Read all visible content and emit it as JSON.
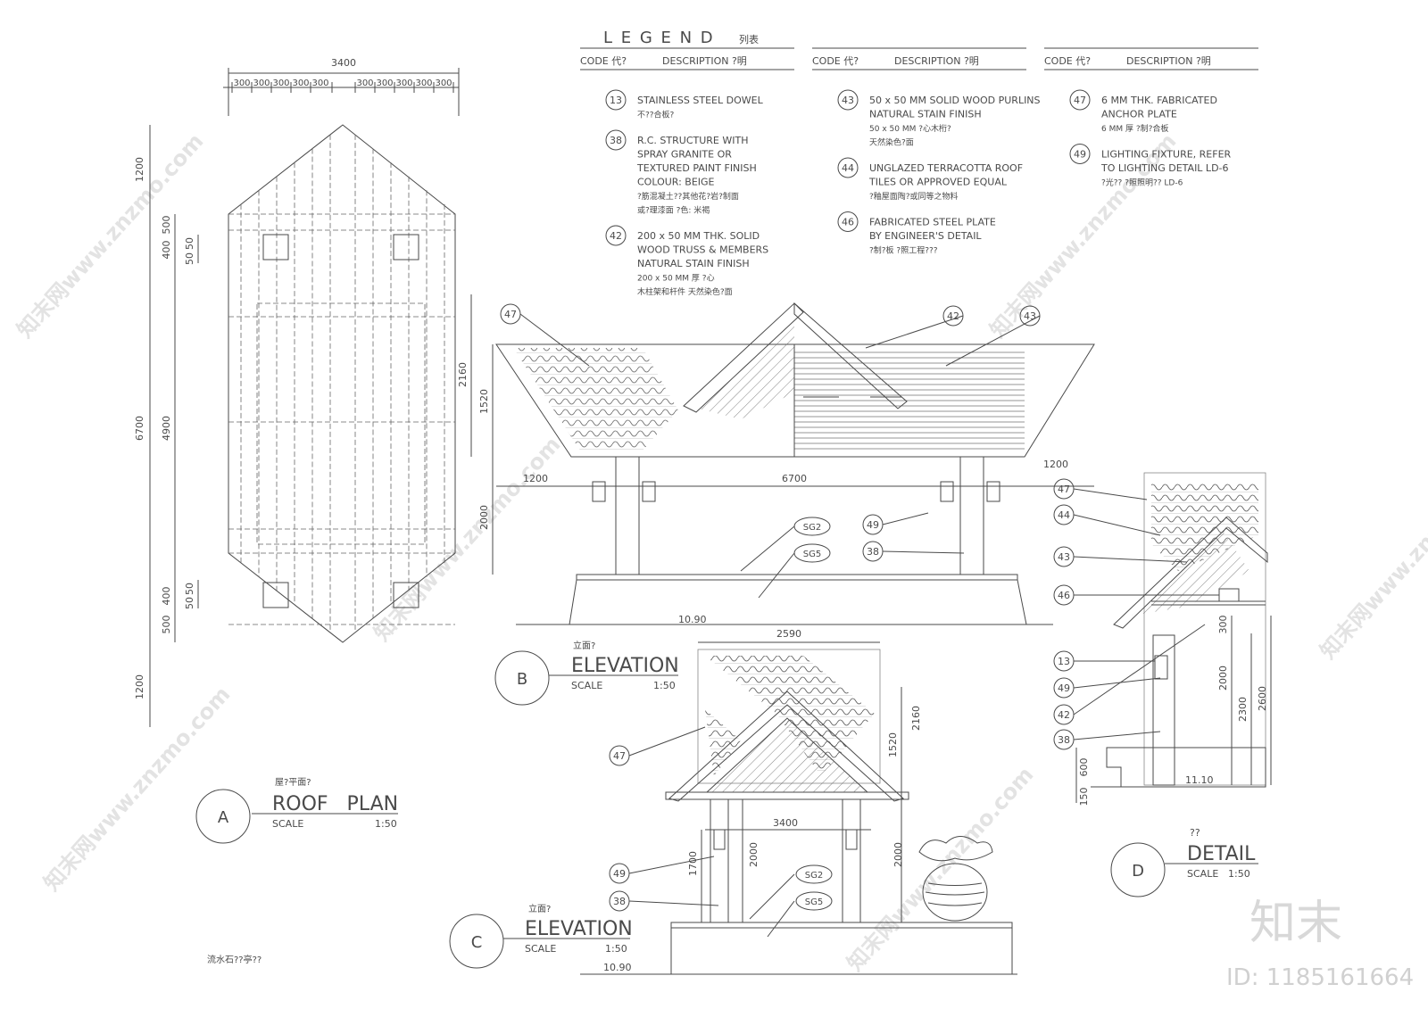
{
  "legend": {
    "title": "L E G E N D",
    "title_cn": "列表",
    "header_code": "CODE 代?",
    "header_desc": "DESCRIPTION ?明",
    "columns": [
      [
        {
          "code": "13",
          "lines": [
            "STAINLESS STEEL DOWEL",
            "不??合板?"
          ]
        },
        {
          "code": "38",
          "lines": [
            "R.C. STRUCTURE WITH",
            "SPRAY GRANITE OR",
            "TEXTURED PAINT FINISH",
            "COLOUR: BEIGE",
            "?筋混凝土??其他花?岩?制面",
            "或?理漆面 ?色: 米褐"
          ]
        },
        {
          "code": "42",
          "lines": [
            "200 x 50 MM THK. SOLID",
            "WOOD TRUSS & MEMBERS",
            "NATURAL STAIN FINISH",
            "200 x 50 MM 厚 ?心",
            "木柱架和杆件 天然染色?面"
          ]
        }
      ],
      [
        {
          "code": "43",
          "lines": [
            "50 x 50 MM SOLID WOOD PURLINS",
            "NATURAL STAIN FINISH",
            "50 x 50 MM ?心木桁?",
            "天然染色?面"
          ]
        },
        {
          "code": "44",
          "lines": [
            "UNGLAZED TERRACOTTA ROOF",
            "TILES OR APPROVED EQUAL",
            "?釉屋面陶?或同等之物料"
          ]
        },
        {
          "code": "46",
          "lines": [
            "FABRICATED STEEL PLATE",
            "BY ENGINEER'S DETAIL",
            "?制?板 ?照工程???"
          ]
        }
      ],
      [
        {
          "code": "47",
          "lines": [
            "6 MM THK. FABRICATED",
            "ANCHOR PLATE",
            "6 MM 厚 ?制?合板"
          ]
        },
        {
          "code": "49",
          "lines": [
            "LIGHTING FIXTURE, REFER",
            "TO LIGHTING DETAIL LD-6",
            "?光?? ?照照明?? LD-6"
          ]
        }
      ]
    ]
  },
  "plan_a": {
    "letter": "A",
    "title_cn": "屋?平面?",
    "title": "ROOF   PLAN",
    "scale_label": "SCALE",
    "scale_value": "1:50",
    "dim_top_total": "3400",
    "dim_top_segments": [
      "300",
      "300",
      "300",
      "300",
      "300",
      "300",
      "300",
      "300",
      "300",
      "300"
    ],
    "dim_left": [
      "1200",
      "6700",
      "500",
      "400",
      "4900",
      "400",
      "500",
      "1200"
    ],
    "dim_small": [
      "50",
      "50",
      "50",
      "50"
    ]
  },
  "elevation_b": {
    "letter": "B",
    "title_cn": "立面?",
    "title": "ELEVATION",
    "scale_label": "SCALE",
    "scale_value": "1:50",
    "dims": [
      "2160",
      "1520",
      "2000",
      "1200",
      "6700",
      "1200"
    ],
    "level": "10.90",
    "callouts": [
      "47",
      "42",
      "43",
      "49",
      "38"
    ],
    "tags": [
      "SG2",
      "SG5"
    ]
  },
  "elevation_c": {
    "letter": "C",
    "title_cn": "立面?",
    "title": "ELEVATION",
    "scale_label": "SCALE",
    "scale_value": "1:50",
    "dims": [
      "2590",
      "2160",
      "1520",
      "3400",
      "1700",
      "2000",
      "2000"
    ],
    "level": "10.90",
    "callouts": [
      "47",
      "49",
      "38"
    ],
    "tags": [
      "SG2",
      "SG5"
    ]
  },
  "detail_d": {
    "letter": "D",
    "title_cn": "??",
    "title": "DETAIL",
    "scale_label": "SCALE",
    "scale_value": "1:50",
    "dims": [
      "300",
      "2000",
      "2300",
      "2600",
      "600",
      "150"
    ],
    "level": "11.10",
    "callouts": [
      "47",
      "44",
      "43",
      "46",
      "13",
      "49",
      "42",
      "38"
    ]
  },
  "note_bottom_left": "流水石??亭??",
  "watermark": {
    "logo_cn": "知末",
    "id_text": "ID: 1185161664",
    "repeat_text": "知末网www.znzmo.com"
  },
  "colors": {
    "line": "#4a4a4a",
    "watermark": "#e3e3e3"
  }
}
